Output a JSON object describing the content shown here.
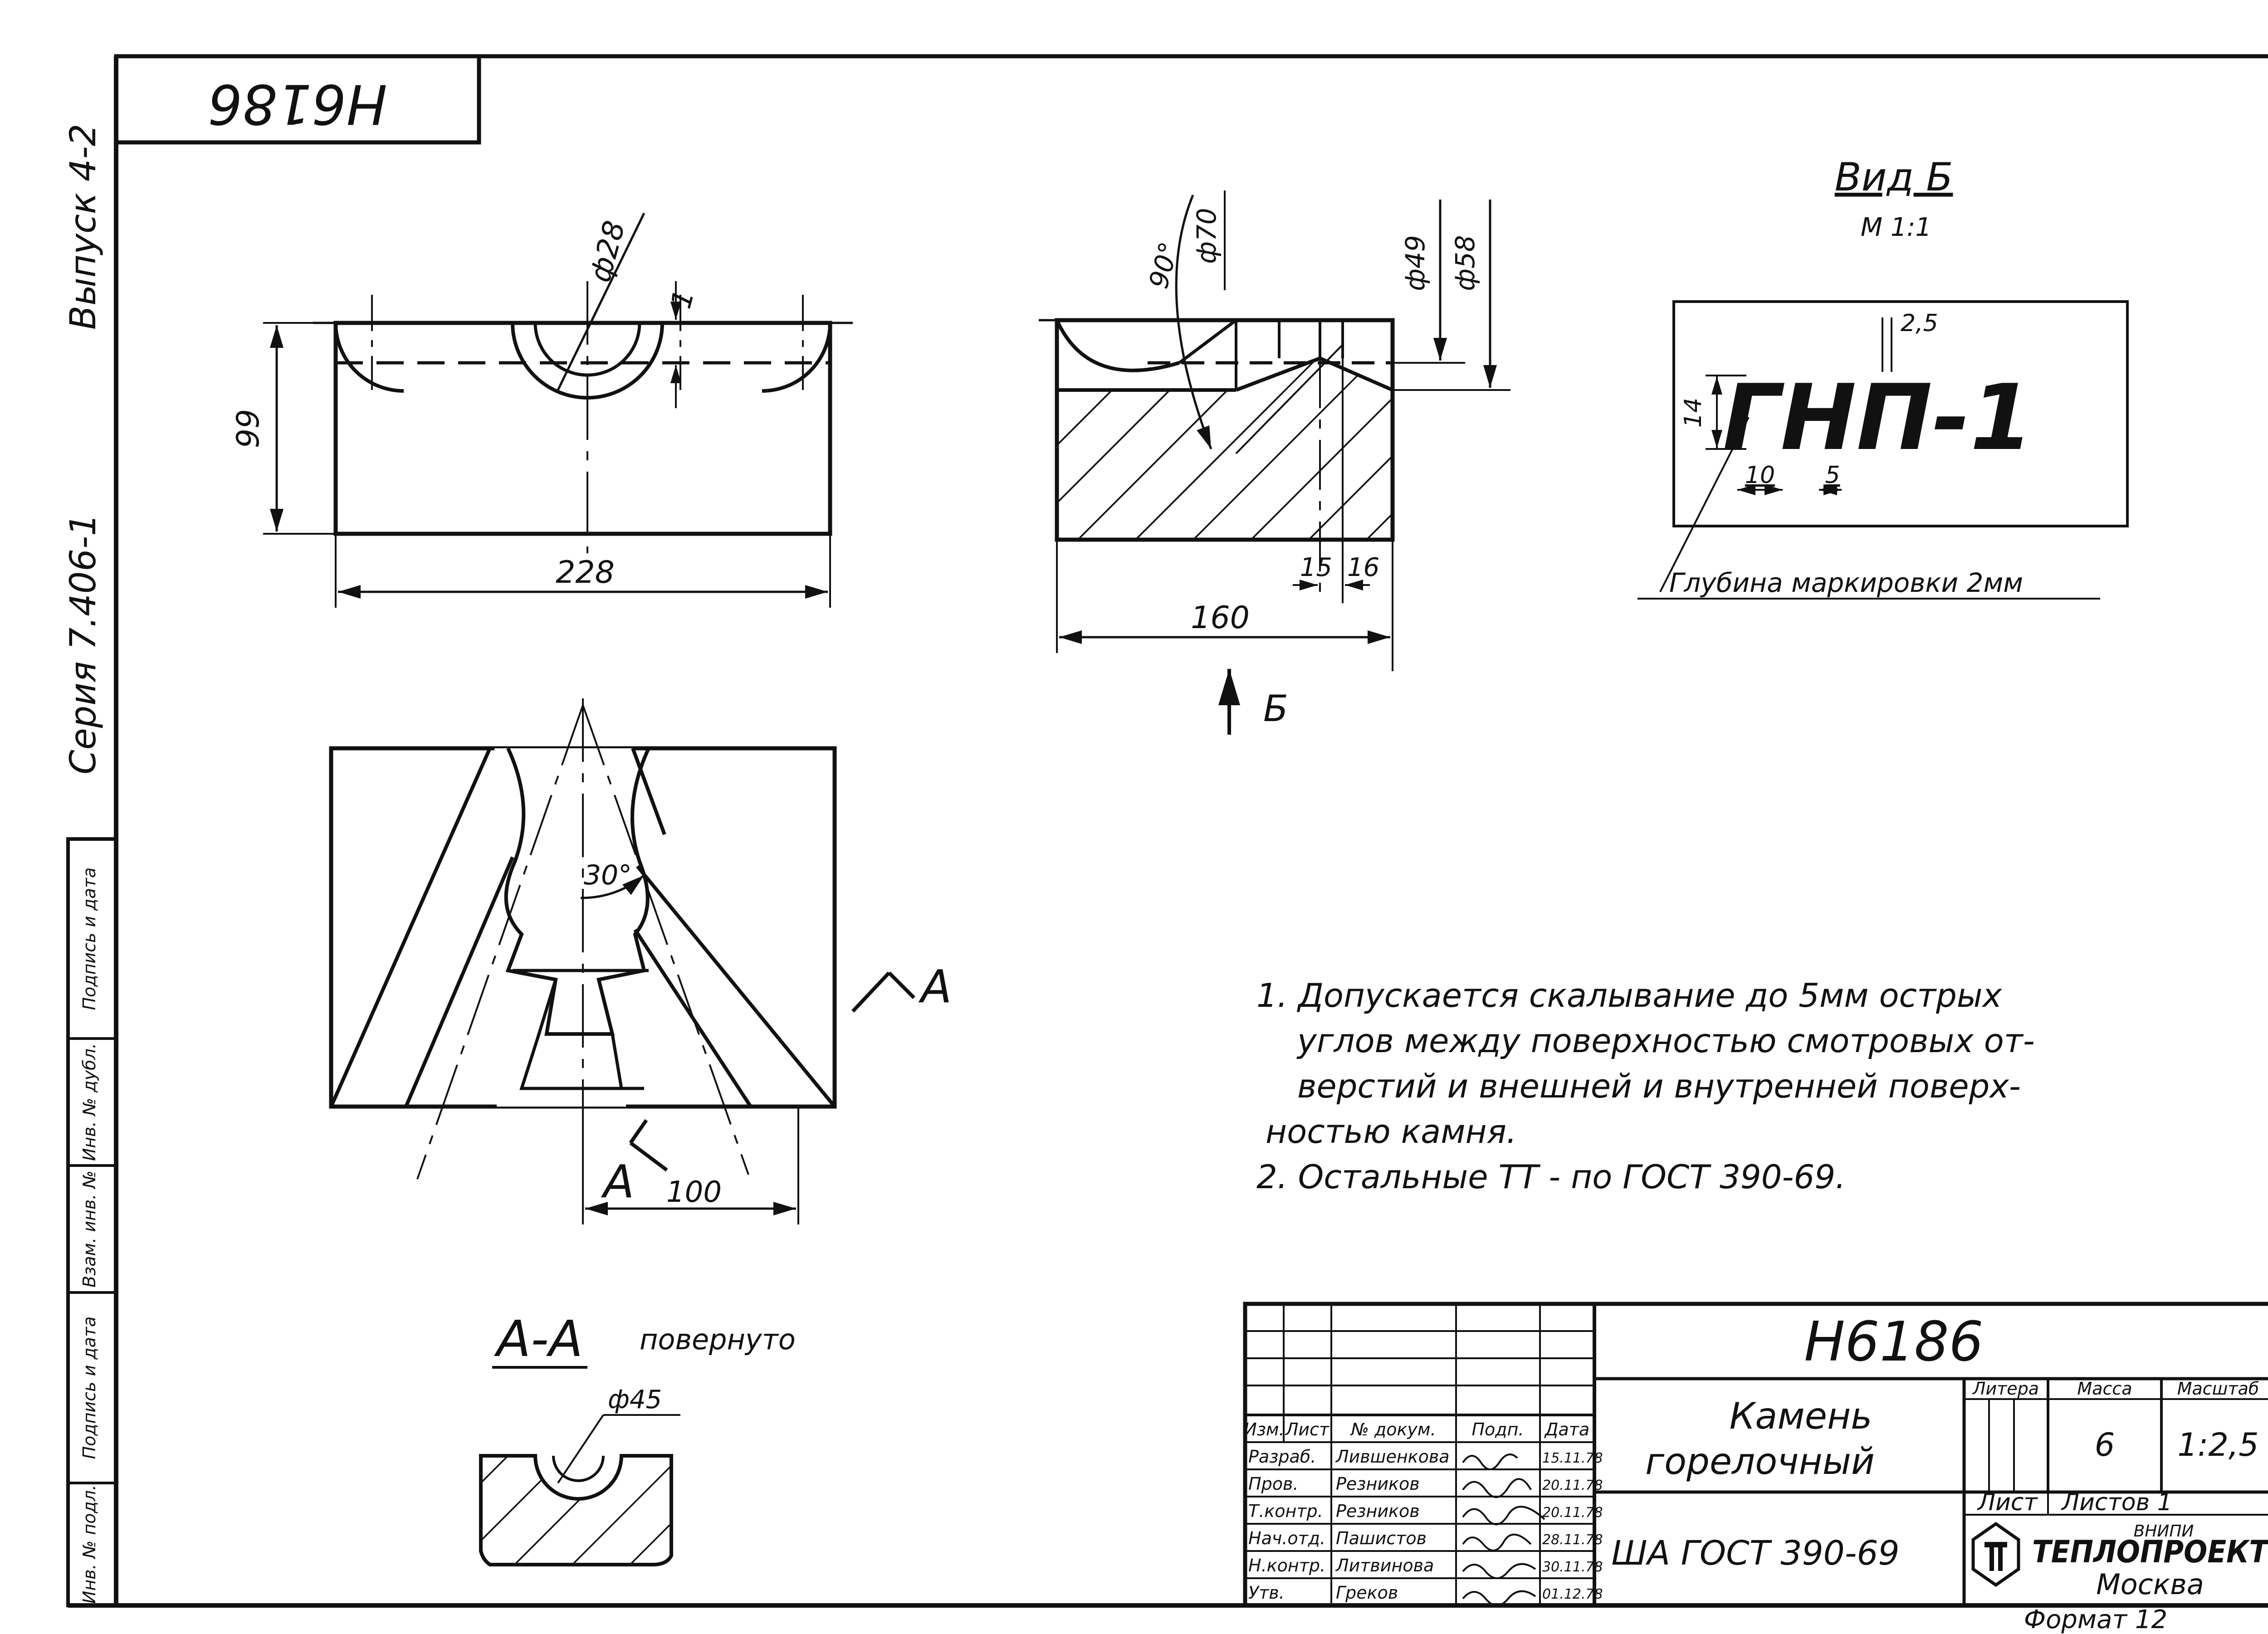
{
  "stamp_number": "Н6186",
  "side_labels": {
    "release": "Выпуск 4-2",
    "series": "Серия 7.406-1",
    "stamp_cells": [
      "Инв. № подл.",
      "Подпись и дата",
      "Взам. инв. №",
      "Инв. № дубл.",
      "Подпись и дата"
    ]
  },
  "dimensions": {
    "front_width": "228",
    "front_height": "99",
    "hole_diameter": "ф28",
    "recess_depth": "1",
    "side_width": "160",
    "side_d70": "ф70",
    "side_d49": "ф49",
    "side_d58": "ф58",
    "side_angle": "90°",
    "side_15": "15",
    "side_16": "16",
    "plan_angle": "30°",
    "plan_100": "100",
    "section_d45": "ф45"
  },
  "view_arrow_label": "Б",
  "view_b": {
    "title": "Вид Б",
    "scale": "М 1:1",
    "marking": "ГНП-1",
    "dim_25": "2,5",
    "dim_14": "14",
    "dim_10": "10",
    "dim_5": "5",
    "note": "Глубина маркировки 2мм"
  },
  "section": {
    "marker": "А",
    "title": "А-А",
    "subtitle": "повернуто"
  },
  "notes": [
    "1. Допускается скалывание до 5мм острых",
    "углов между поверхностью смотровых от-",
    "верстий и внешней и внутренней поверх-",
    "ностью камня.",
    "2. Остальные ТТ - по ГОСТ 390-69."
  ],
  "title_block": {
    "doc_number": "Н6186",
    "name_line1": "Камень",
    "name_line2": "горелочный",
    "standard": "ША ГОСТ 390-69",
    "headers": [
      "Изм.",
      "Лист",
      "№ докум.",
      "Подп.",
      "Дата"
    ],
    "rows": [
      {
        "role": "Разраб.",
        "name": "Лившенкова",
        "date": "15.11.78"
      },
      {
        "role": "Пров.",
        "name": "Резников",
        "date": "20.11.78"
      },
      {
        "role": "Т.контр.",
        "name": "Резников",
        "date": "20.11.78"
      },
      {
        "role": "Нач.отд.",
        "name": "Пашистов",
        "date": "28.11.78"
      },
      {
        "role": "Н.контр.",
        "name": "Литвинова",
        "date": "30.11.78"
      },
      {
        "role": "Утв.",
        "name": "Греков",
        "date": "01.12.78"
      }
    ],
    "litera_label": "Литера",
    "mass_label": "Масса",
    "scale_label": "Масштаб",
    "mass": "6",
    "scale": "1:2,5",
    "sheet_label": "Лист",
    "sheets_label": "Листов 1",
    "org_small": "ВНИПИ",
    "org": "ТЕПЛОПРОЕКТ",
    "city": "Москва",
    "format": "Формат 12"
  }
}
